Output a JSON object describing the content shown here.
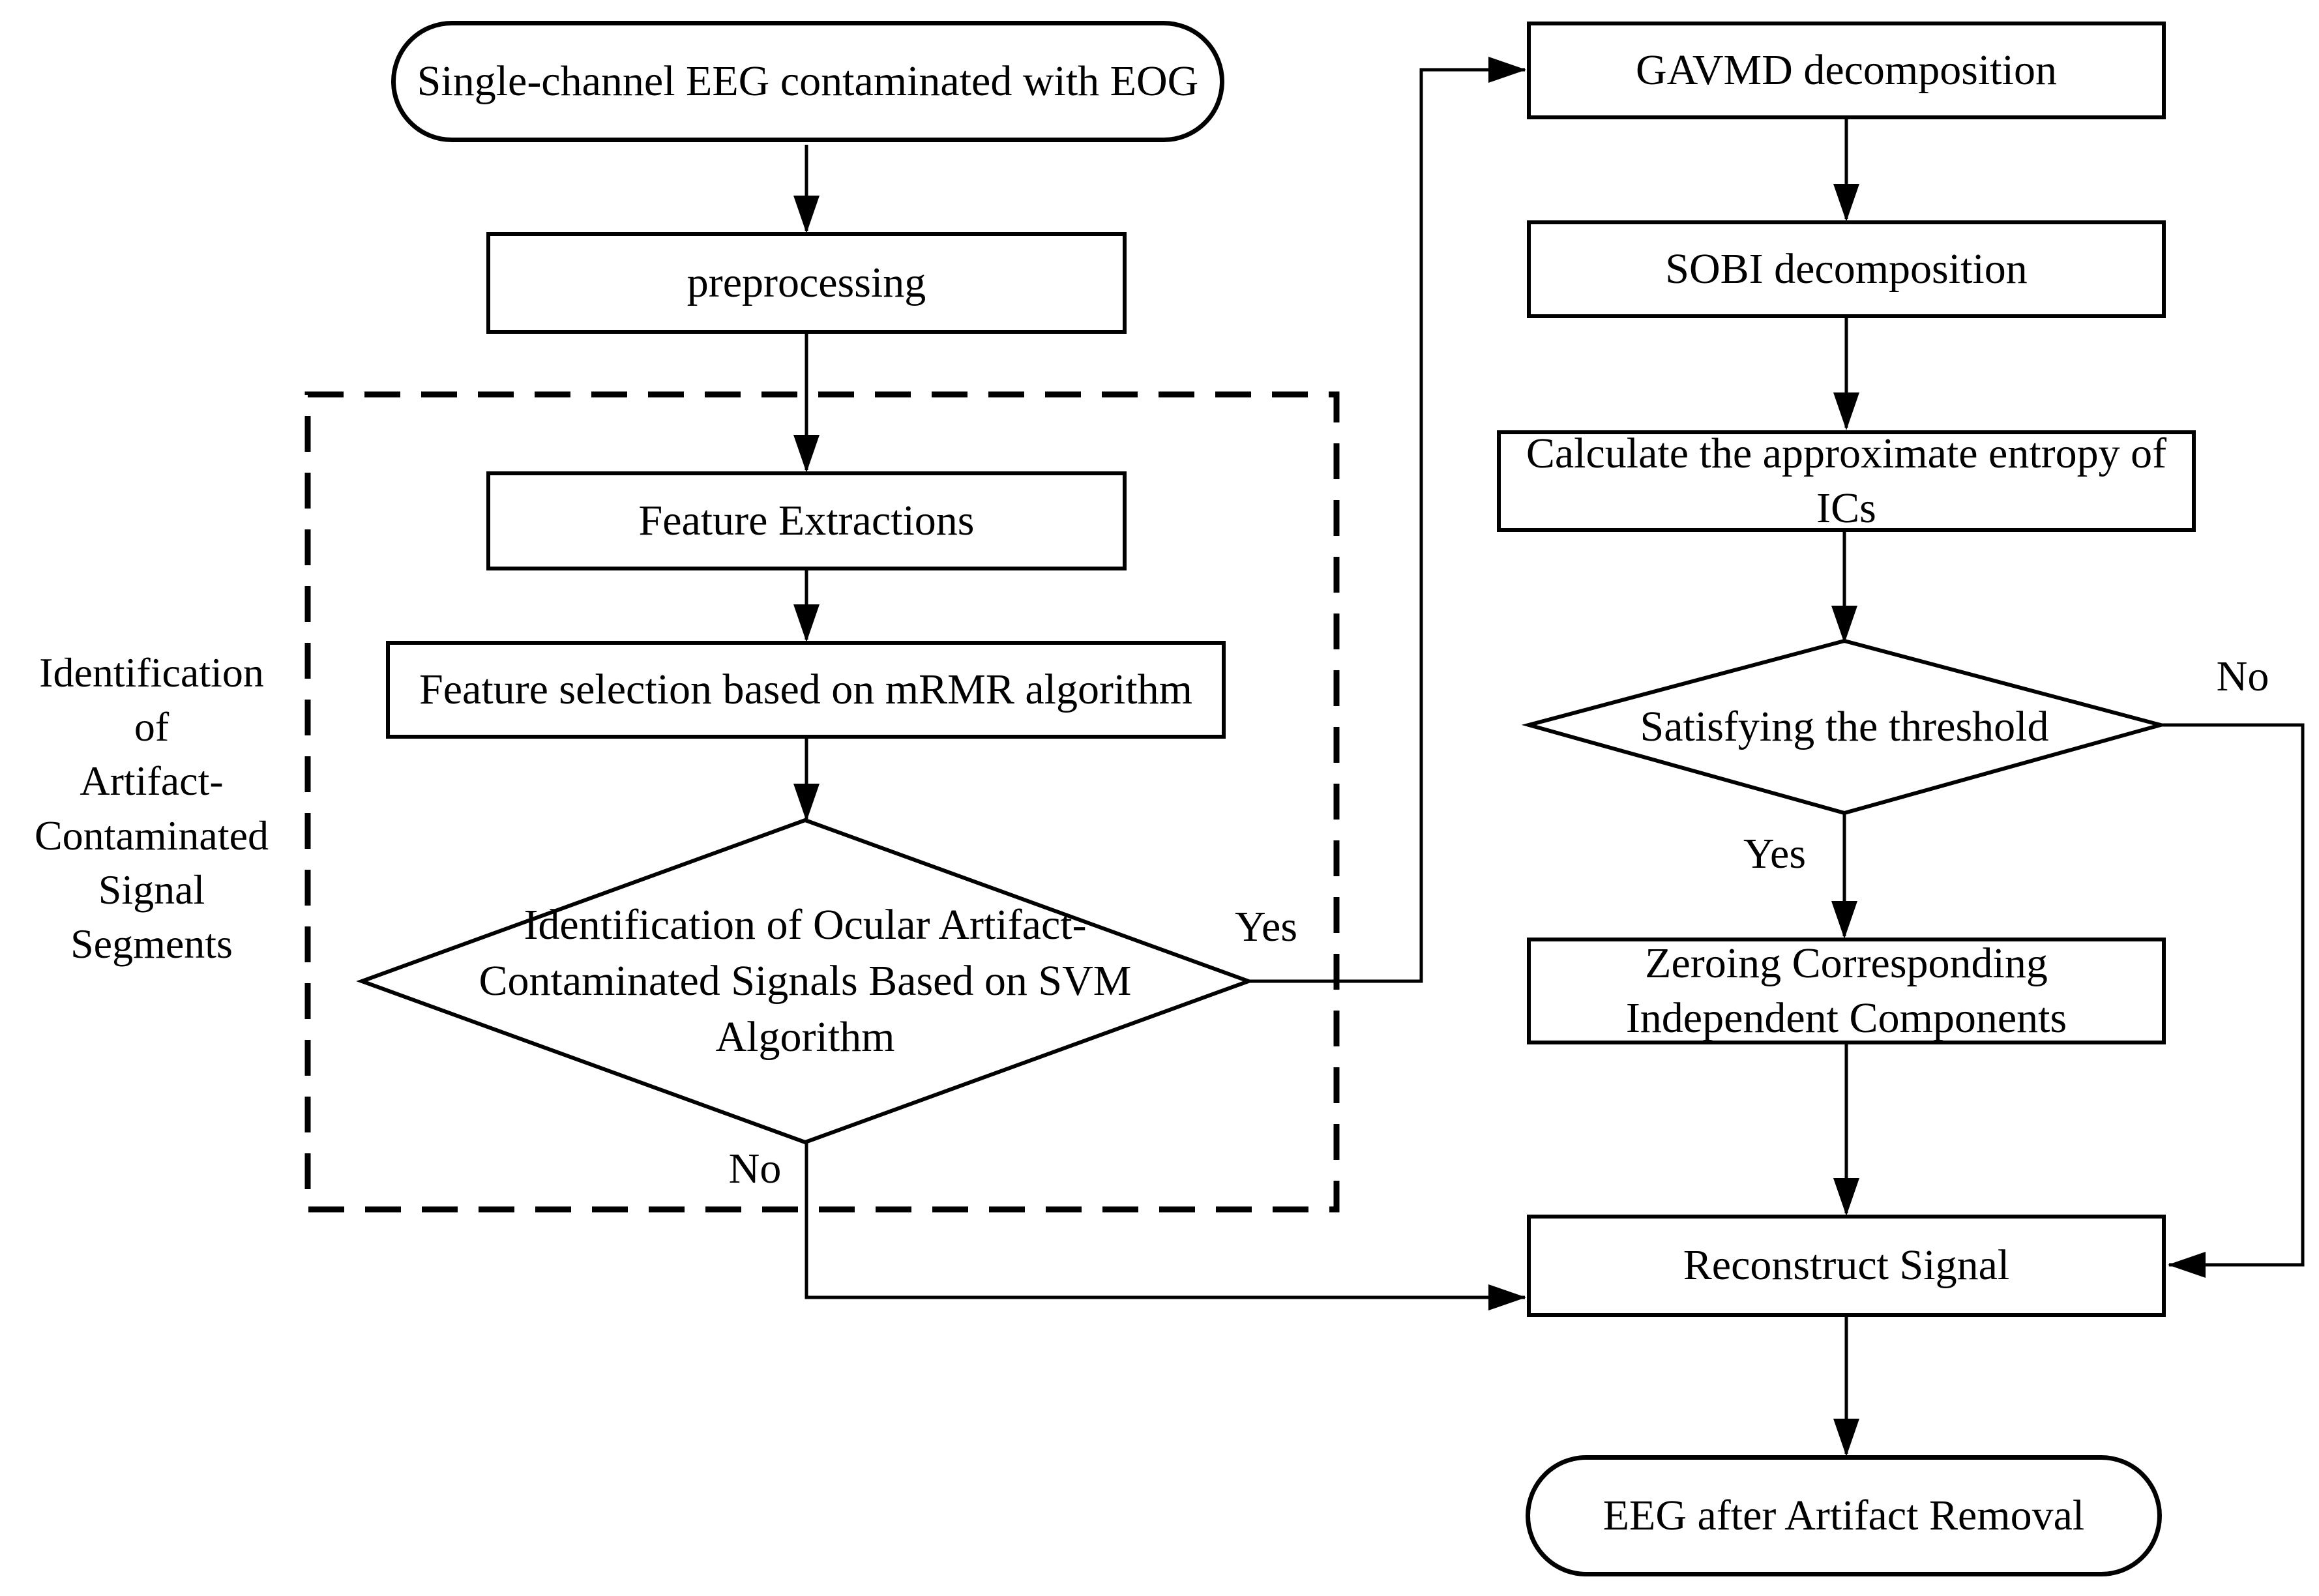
{
  "diagram": {
    "background_color": "#ffffff",
    "line_color": "#000000",
    "nodes": {
      "start": {
        "label": "Single-channel EEG contaminated with EOG",
        "shape": "terminator"
      },
      "preprocessing": {
        "label": "preprocessing",
        "shape": "process"
      },
      "feature_extractions": {
        "label": "Feature Extractions",
        "shape": "process"
      },
      "feature_selection": {
        "label": "Feature selection based on mRMR algorithm",
        "shape": "process"
      },
      "svm_decision": {
        "label": "Identification of Ocular Artifact-\nContaminated Signals Based on SVM\nAlgorithm",
        "shape": "decision"
      },
      "gavmd": {
        "label": "GAVMD decomposition",
        "shape": "process"
      },
      "sobi": {
        "label": "SOBI decomposition",
        "shape": "process"
      },
      "approx_entropy": {
        "label": "Calculate the approximate entropy of\nICs",
        "shape": "process"
      },
      "threshold_decision": {
        "label": "Satisfying the threshold",
        "shape": "decision"
      },
      "zeroing": {
        "label": "Zeroing Corresponding\nIndependent Components",
        "shape": "process"
      },
      "reconstruct": {
        "label": "Reconstruct Signal",
        "shape": "process"
      },
      "end": {
        "label": "EEG after Artifact Removal",
        "shape": "terminator"
      }
    },
    "group_label": "Identification\nof\nArtifact-\nContaminated\nSignal\nSegments",
    "edge_labels": {
      "svm_yes": "Yes",
      "svm_no": "No",
      "threshold_yes": "Yes",
      "threshold_no": "No"
    }
  }
}
